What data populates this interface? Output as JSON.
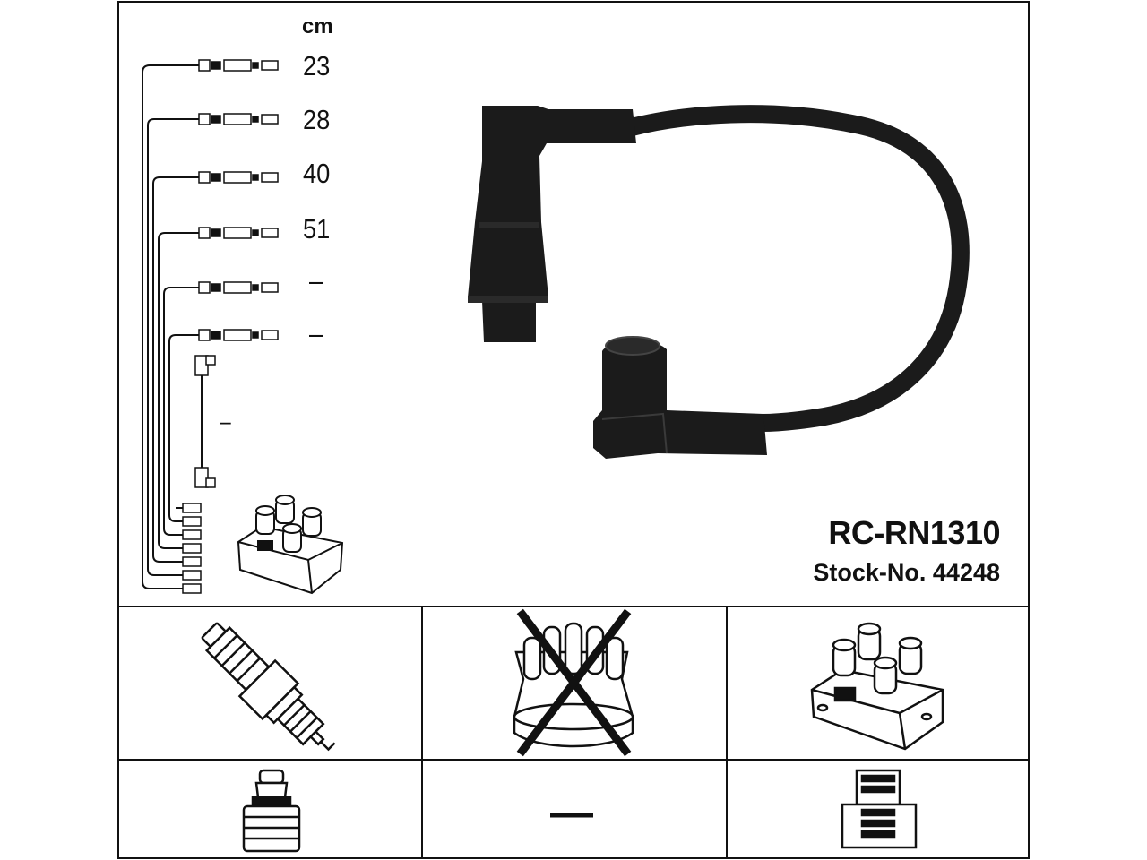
{
  "unit_label": "cm",
  "lengths": [
    "23",
    "28",
    "40",
    "51",
    "–",
    "–"
  ],
  "coil_lead_length": "–",
  "part_number": "RC-RN1310",
  "stock_number": "Stock-No. 44248",
  "components": {
    "spark_plug": "spark-plug-icon",
    "distributor_cap": "distributor-cap-icon",
    "distributor_cap_status": "not-applicable",
    "ignition_coil": "ignition-coil-icon",
    "plug_connector": "plug-connector-icon",
    "cap_connector_value": "—",
    "coil_connector": "coil-connector-icon"
  },
  "colors": {
    "line": "#111111",
    "cable": "#1b1b1b",
    "background": "#ffffff"
  }
}
